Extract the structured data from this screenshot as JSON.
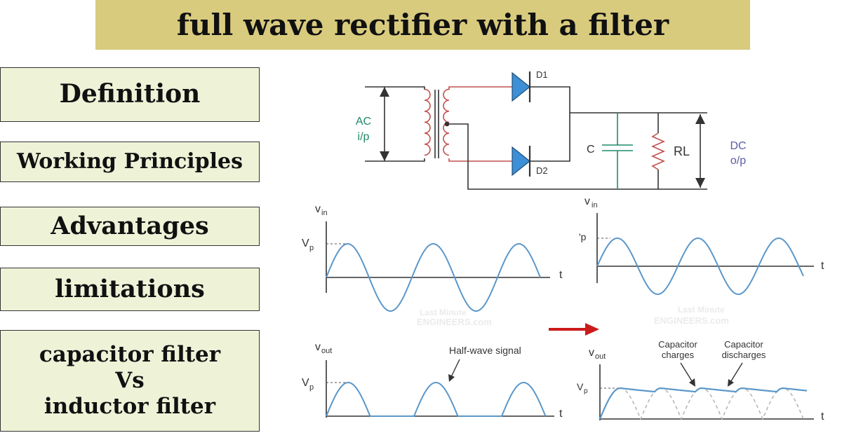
{
  "title": "full wave rectifier with a filter",
  "menu": [
    {
      "label": "Definition"
    },
    {
      "label": "Working Principles"
    },
    {
      "label": "Advantages"
    },
    {
      "label": "limitations"
    },
    {
      "label_lines": [
        "capacitor filter",
        "Vs",
        "inductor filter"
      ]
    }
  ],
  "circuit": {
    "ac_label": [
      "AC",
      "i/p"
    ],
    "dc_label": [
      "DC",
      "o/p"
    ],
    "d1": "D1",
    "d2": "D2",
    "capacitor": "C",
    "load": "RL"
  },
  "graphs": {
    "vin_label": "v",
    "vin_sub": "in",
    "vout_label": "v",
    "vout_sub": "out",
    "vp_label": "V",
    "vp_sub": "p",
    "vp_partial_label": "'p",
    "t_label": "t",
    "half_wave_annotation": "Half-wave signal",
    "cap_charges": [
      "Capacitor",
      "charges"
    ],
    "cap_discharges": [
      "Capacitor",
      "discharges"
    ]
  },
  "watermark": [
    "Last Minute",
    "ENGINEERS.com"
  ],
  "colors": {
    "title_bg": "#d9cb7e",
    "menu_bg": "#eef3d8",
    "wave": "#5b97c9",
    "diode": "#3d8fd6",
    "coil": "#c0504d",
    "ac_text": "#1f8a6b",
    "dc_text": "#5a5aa8",
    "arrow": "#cc1a1a",
    "cap": "#1f8a6b"
  }
}
